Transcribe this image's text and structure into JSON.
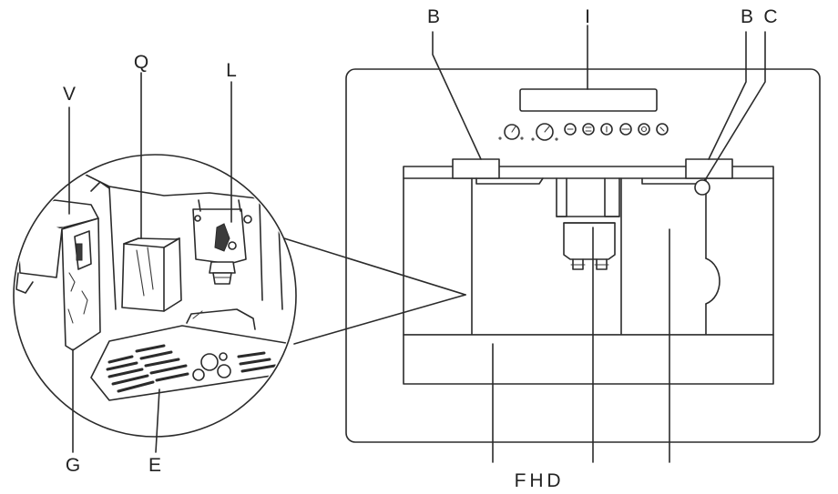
{
  "labels": {
    "display": "I",
    "handle_left": "B",
    "handle_right": "B",
    "cup_light": "C",
    "detail_v": "V",
    "detail_q": "Q",
    "detail_l": "L",
    "detail_g": "G",
    "detail_e": "E",
    "bottom_f": "F",
    "bottom_h": "H",
    "bottom_d": "D"
  }
}
